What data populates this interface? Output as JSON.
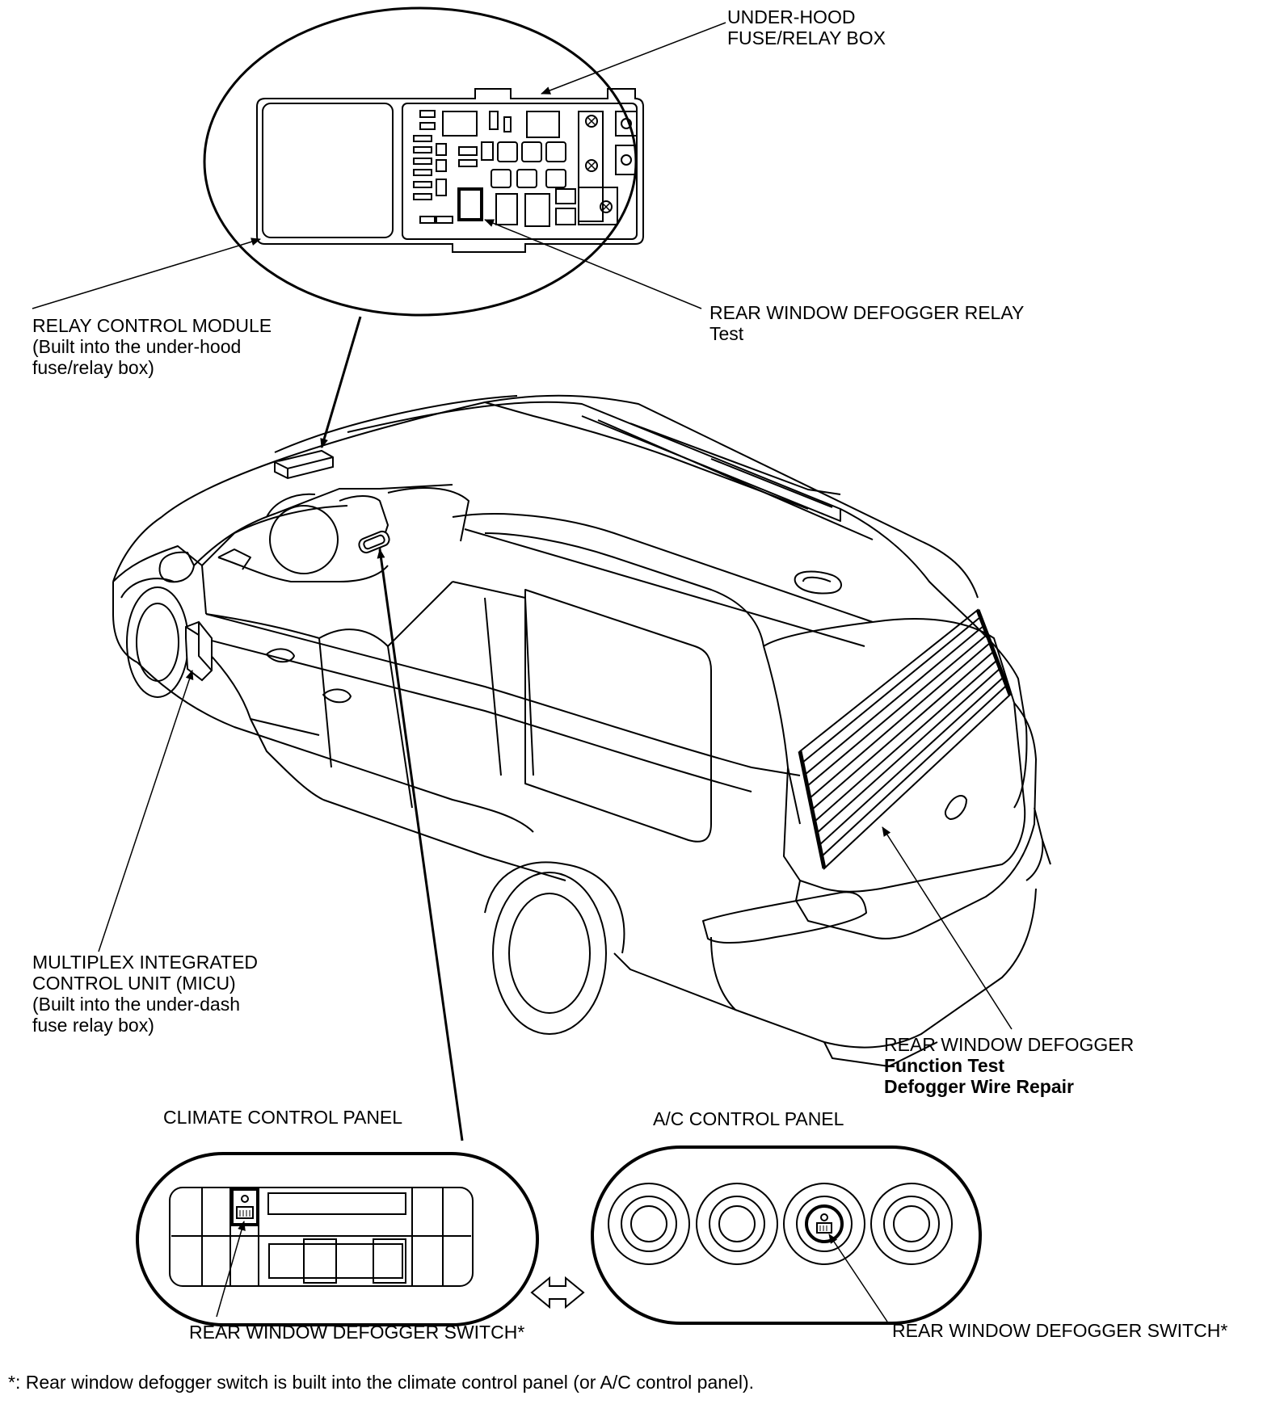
{
  "labels": {
    "under_hood": [
      "UNDER-HOOD",
      "FUSE/RELAY BOX"
    ],
    "relay_control": [
      "RELAY CONTROL MODULE",
      "(Built into the under-hood",
      "fuse/relay box)"
    ],
    "defogger_relay": [
      "REAR WINDOW DEFOGGER RELAY",
      "Test"
    ],
    "micu": [
      "MULTIPLEX INTEGRATED",
      "CONTROL UNIT (MICU)",
      "(Built into the under-dash",
      "fuse relay box)"
    ],
    "rear_defogger": [
      "REAR WINDOW DEFOGGER",
      "Function Test",
      "Defogger Wire Repair"
    ],
    "climate_panel": "CLIMATE CONTROL PANEL",
    "ac_panel": "A/C CONTROL PANEL",
    "switch_left": "REAR WINDOW DEFOGGER SWITCH*",
    "switch_right": "REAR WINDOW DEFOGGER SWITCH*",
    "footnote": "*: Rear window defogger switch is built into the climate control panel (or A/C control panel)."
  }
}
